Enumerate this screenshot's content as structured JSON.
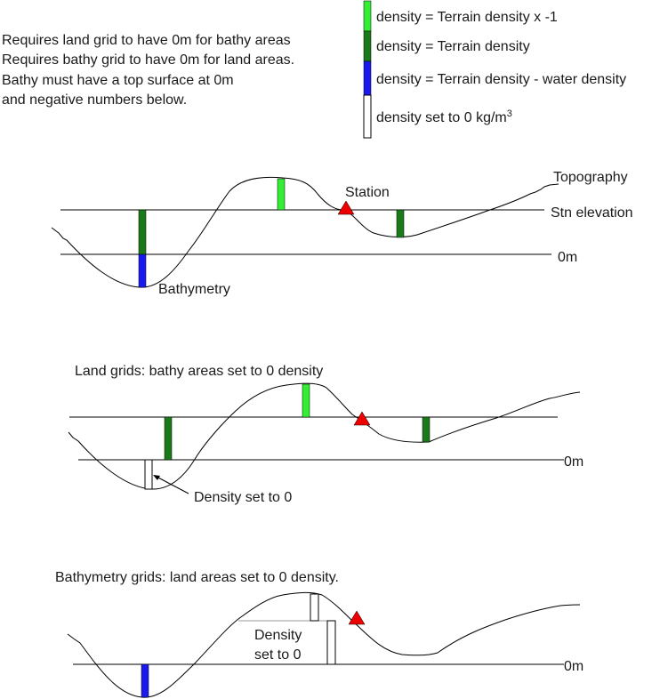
{
  "notes": [
    "Requires land grid to have 0m for bathy areas",
    "Requires bathy grid to have 0m for land areas.",
    "Bathy must have a top surface at 0m",
    "and negative numbers below."
  ],
  "legend": [
    {
      "text": "density = Terrain density x -1",
      "color": "#33ee33"
    },
    {
      "text": "density = Terrain density",
      "color": "#1a7a1a"
    },
    {
      "text": "density = Terrain density - water density",
      "color": "#1a1aee"
    },
    {
      "text": "density set to 0 kg/m",
      "sup": "3",
      "color": "#ffffff"
    }
  ],
  "panel1": {
    "topography": "Topography",
    "station": "Station",
    "stn_elevation": "Stn elevation",
    "zero": "0m",
    "bathymetry": "Bathymetry"
  },
  "panel2": {
    "title": "Land grids: bathy areas set to 0 density",
    "zero": "0m",
    "density_zero": "Density set to 0"
  },
  "panel3": {
    "title": "Bathymetry grids: land areas set to 0 density.",
    "zero": "0m",
    "density_zero_line1": "Density",
    "density_zero_line2": "set to 0"
  }
}
